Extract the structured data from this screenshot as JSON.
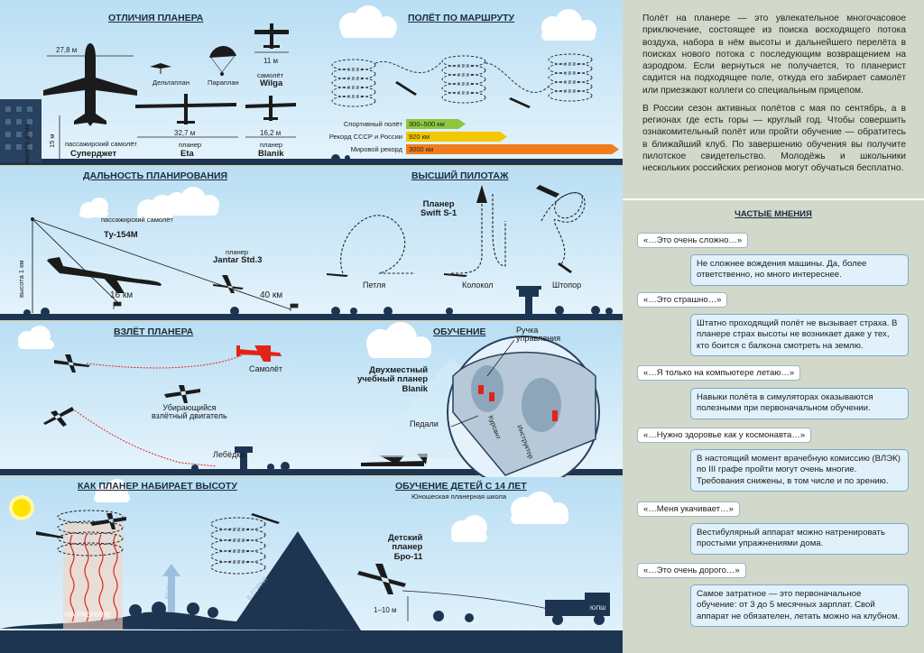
{
  "sections": {
    "differences": {
      "title": "ОТЛИЧИЯ ПЛАНЕРА",
      "deltaplan": "Дельтаплан",
      "paraplan": "Параплан",
      "superjet_label": "пассажирский самолёт",
      "superjet_name": "Суперджет",
      "superjet_span": "27,8 м",
      "building_label": "высота дома",
      "building_height": "15 м",
      "wilga_label": "самолёт",
      "wilga_name": "Wilga",
      "wilga_span": "11 м",
      "eta_label": "планер",
      "eta_name": "Eta",
      "eta_span": "32,7 м",
      "blanik_label": "планер",
      "blanik_name": "Blanik",
      "blanik_span": "16,2 м"
    },
    "route": {
      "title": "ПОЛЁТ ПО МАРШРУТУ",
      "records": [
        {
          "label": "Спортивный полёт",
          "value": "300–500 км",
          "color": "#8cc63f"
        },
        {
          "label": "Рекорд СССР и России",
          "value": "920 км",
          "color": "#f2c800"
        },
        {
          "label": "Мировой рекорд",
          "value": "3000 км",
          "color": "#f07d1c"
        }
      ]
    },
    "range": {
      "title": "ДАЛЬНОСТЬ ПЛАНИРОВАНИЯ",
      "tu_label": "пассажирский самолёт",
      "tu_name": "Ту-154М",
      "jantar_label": "планер",
      "jantar_name": "Jantar Std.3",
      "height_label": "высота 1 км",
      "dist_short": "16 км",
      "dist_long": "40 км"
    },
    "aerobatics": {
      "title": "ВЫСШИЙ ПИЛОТАЖ",
      "glider_label": "Планер",
      "glider_name": "Swift S-1",
      "loop": "Петля",
      "bell": "Колокол",
      "spin": "Штопор"
    },
    "launch": {
      "title": "ВЗЛЁТ ПЛАНЕРА",
      "plane": "Самолёт",
      "engine_1": "Убирающийся",
      "engine_2": "взлётный двигатель",
      "winch": "Лебёдка"
    },
    "training": {
      "title": "ОБУЧЕНИЕ",
      "glider_1": "Двухместный",
      "glider_2": "учебный планер",
      "glider_3": "Blanik",
      "stick_1": "Ручка",
      "stick_2": "управления",
      "pedals": "Педали",
      "cabin_front": "Курсант",
      "cabin_rear": "Инструктор"
    },
    "altitude": {
      "title": "КАК ПЛАНЕР НАБИРАЕТ ВЫСОТУ",
      "plain": "НА РАВНИНЕ",
      "wind": "ВЕТЕР",
      "mountains": "В ГОРАХ"
    },
    "kids": {
      "title": "ОБУЧЕНИЕ ДЕТЕЙ С 14 ЛЕТ",
      "school": "Юношеская планерная школа",
      "glider_1": "Детский",
      "glider_2": "планер",
      "glider_3": "Бро-11",
      "height": "1–10 м",
      "truck_plate": "ЮПШ"
    }
  },
  "intro": [
    "Полёт на планере — это увлекательное многочасовое приключение, состоящее из поиска восходящего потока воздуха, набора в нём высоты и дальнейшего перелёта в поисках нового потока с последующим возвращением на аэродром. Если вернуться не получается, то планерист садится на подходящее поле, откуда его забирает самолёт или приезжают коллеги со специальным прицепом.",
    "В России сезон активных полётов с мая по сентябрь, а в регионах где есть горы — круглый год. Чтобы совершить ознакомительный полёт или пройти обучение — обратитесь в ближайший клуб. По завершению обучения вы получите пилотское свидетельство. Молодёжь и школьники нескольких российских регионов могут обучаться бесплатно."
  ],
  "opinions": {
    "title": "ЧАСТЫЕ МНЕНИЯ",
    "items": [
      {
        "q": "«…Это очень сложно…»",
        "a": "Не сложнее вождения машины. Да, более ответственно, но много интереснее."
      },
      {
        "q": "«…Это страшно…»",
        "a": "Штатно проходящий полёт не вызывает страха. В планере страх высоты не возникает даже у тех, кто боится с балкона смотреть на землю."
      },
      {
        "q": "«…Я только на компьютере летаю…»",
        "a": "Навыки полёта в симуляторах оказываются полезными при первоначальном обучении."
      },
      {
        "q": "«…Нужно здоровье как у космонавта…»",
        "a": "В настоящий момент врачебную комиссию (ВЛЭК) по III графе пройти могут очень многие. Требования снижены, в том числе и по зрению."
      },
      {
        "q": "«…Меня укачивает…»",
        "a": "Вестибулярный аппарат можно натренировать простыми упражнениями дома."
      },
      {
        "q": "«…Это очень дорого…»",
        "a": "Самое затратное — это первоначальное обучение: от 3 до 5 месячных зарплат. Свой аппарат не обязателен, летать можно на клубном."
      }
    ]
  },
  "colors": {
    "sky": "#bfe2f6",
    "ground": "#1d3550",
    "record": "#e2231a"
  }
}
